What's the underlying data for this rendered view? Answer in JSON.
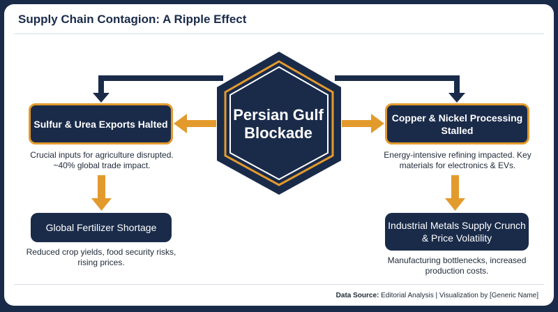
{
  "title": "Supply Chain Contagion: A Ripple Effect",
  "center": {
    "label": "Persian Gulf Blockade"
  },
  "left": {
    "primary": "Sulfur & Urea Exports Halted",
    "primary_desc": "Crucial inputs for agriculture disrupted. ~40% global trade impact.",
    "secondary": "Global Fertilizer Shortage",
    "secondary_desc": "Reduced crop yields, food security risks, rising prices."
  },
  "right": {
    "primary": "Copper & Nickel Processing Stalled",
    "primary_desc": "Energy-intensive refining impacted. Key materials for electronics & EVs.",
    "secondary": "Industrial Metals Supply Crunch & Price Volatility",
    "secondary_desc": "Manufacturing bottlenecks, increased production costs."
  },
  "footer": {
    "source_label": "Data Source:",
    "source_text": "Editorial Analysis | Visualization by [Generic Name]"
  },
  "colors": {
    "navy": "#1a2b4a",
    "orange": "#e39a2d",
    "white": "#ffffff"
  }
}
